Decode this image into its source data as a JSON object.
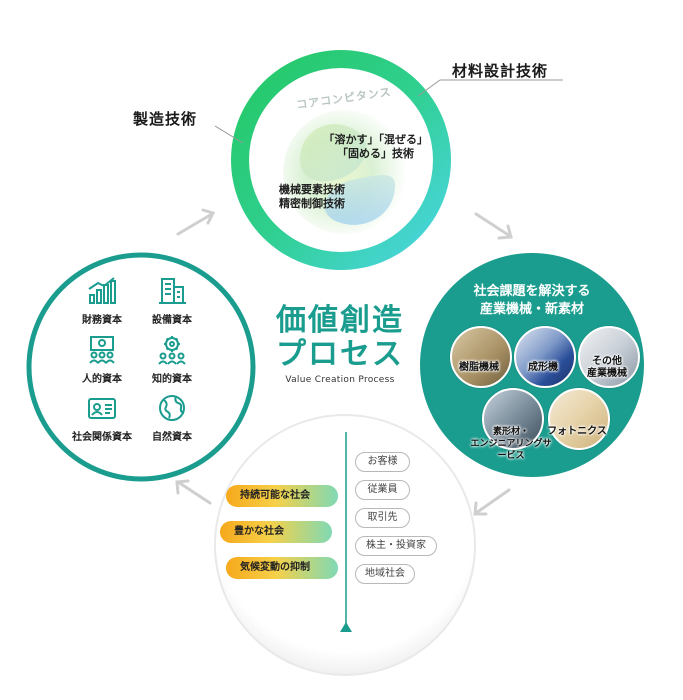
{
  "labels": {
    "manufacturing_tech": "製造技術",
    "material_design_tech": "材料設計技術"
  },
  "core": {
    "title": "コアコンピタンス",
    "tech_1": "「溶かす」「混ぜる」",
    "tech_2": "「固める」技術",
    "tech_3": "機械要素技術",
    "tech_4": "精密制御技術"
  },
  "capitals": [
    {
      "label": "財務資本",
      "icon": "finance-chart-icon"
    },
    {
      "label": "設備資本",
      "icon": "building-icon"
    },
    {
      "label": "人的資本",
      "icon": "people-icon"
    },
    {
      "label": "知的資本",
      "icon": "gear-people-icon"
    },
    {
      "label": "社会関係資本",
      "icon": "handshake-card-icon"
    },
    {
      "label": "自然資本",
      "icon": "globe-icon"
    }
  ],
  "center": {
    "title_1": "価値創造",
    "title_2": "プロセス",
    "subtitle": "Value Creation Process"
  },
  "social": {
    "title_1": "社会課題を解決する",
    "title_2": "産業機械・新素材",
    "products": [
      {
        "label": "樹脂機械"
      },
      {
        "label": "成形機"
      },
      {
        "label": "その他\n産業機械"
      },
      {
        "label": "素形材・\nエンジニアリングサービス"
      },
      {
        "label": "フォトニクス"
      }
    ]
  },
  "outcomes": [
    "持続可能な社会",
    "豊かな社会",
    "気候変動の抑制"
  ],
  "stakeholders": [
    "お客様",
    "従業員",
    "取引先",
    "株主・投資家",
    "地域社会"
  ],
  "colors": {
    "teal": "#1a9c8e",
    "green": "#2ecc71",
    "cyan": "#3fd0e8",
    "outcome_start": "#f7a81b",
    "outcome_end": "#7fd9b4"
  }
}
